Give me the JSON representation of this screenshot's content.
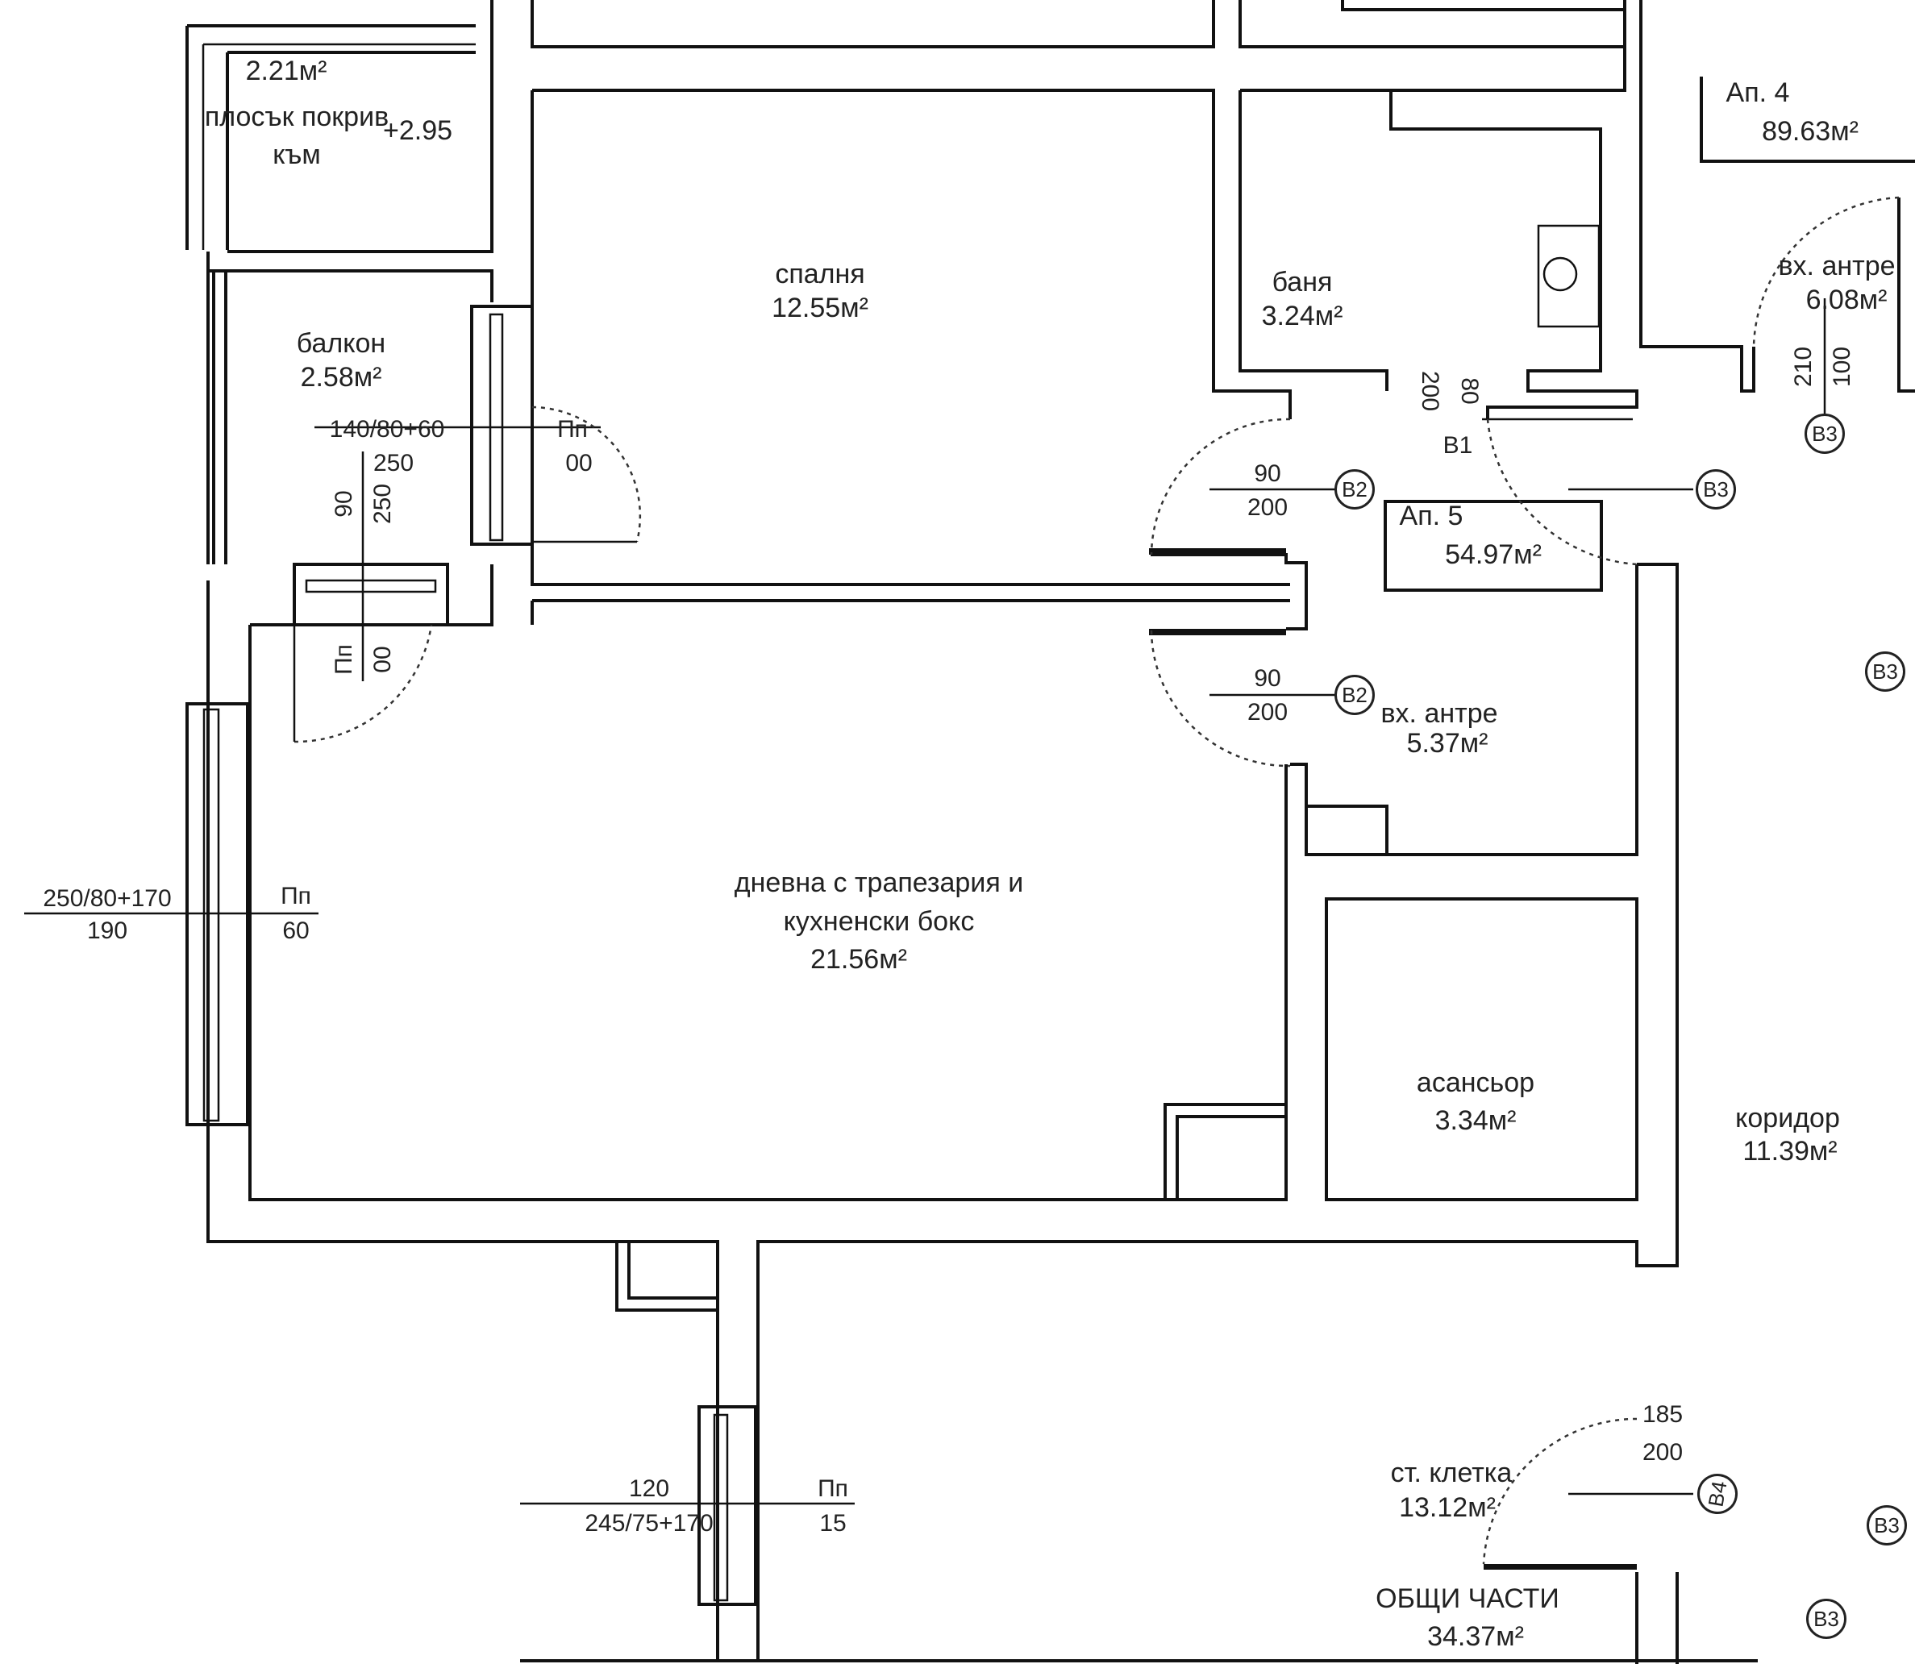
{
  "rooms": {
    "flat_roof_area": "2.21м²",
    "flat_roof_label_1": "плосък покрив",
    "flat_roof_label_2": "към",
    "flat_roof_level": "+2.95",
    "bedroom_name": "спалня",
    "bedroom_area": "12.55м²",
    "bathroom_name": "баня",
    "bathroom_area": "3.24м²",
    "apt4_name": "Ап. 4",
    "apt4_area": "89.63м²",
    "entry_hall_top_name": "вх. антре",
    "entry_hall_top_area": "6.08м²",
    "balcony_name": "балкон",
    "balcony_area": "2.58м²",
    "apt5_name": "Ап. 5",
    "apt5_area": "54.97м²",
    "entry_hall_name": "вх. антре",
    "entry_hall_area": "5.37м²",
    "living_name_1": "дневна с трапезария и",
    "living_name_2": "кухненски бокс",
    "living_area": "21.56м²",
    "elevator_name": "асансьор",
    "elevator_area": "3.34м²",
    "corridor_name": "коридор",
    "corridor_area": "11.39м²",
    "stairwell_name": "ст. клетка",
    "stairwell_area": "13.12м²",
    "common_name": "ОБЩИ ЧАСТИ",
    "common_area": "34.37м²"
  },
  "dimensions": {
    "balcony_window_top": "140/80+60",
    "balcony_window_250": "250",
    "balcony_window_pn": "Пп",
    "balcony_window_00": "00",
    "balcony_door_90": "90",
    "balcony_door_250": "250",
    "balcony_door_pn": "Пп",
    "balcony_door_00": "00",
    "bath_door_200": "200",
    "bath_door_80": "80",
    "bath_door_b1": "В1",
    "apt4_door_210": "210",
    "apt4_door_100": "100",
    "door_b2_top_90": "90",
    "door_b2_top_200": "200",
    "door_b2_bottom_90": "90",
    "door_b2_bottom_200": "200",
    "living_window_top": "250/80+170",
    "living_window_190": "190",
    "living_window_pn": "Пп",
    "living_window_60": "60",
    "bottom_window_120": "120",
    "bottom_window_245": "245/75+170",
    "bottom_window_pn": "Пп",
    "bottom_window_15": "15",
    "stair_door_185": "185",
    "stair_door_200": "200",
    "stair_door_tag": "В4"
  },
  "tags": {
    "b2": "В2",
    "b3": "В3"
  }
}
